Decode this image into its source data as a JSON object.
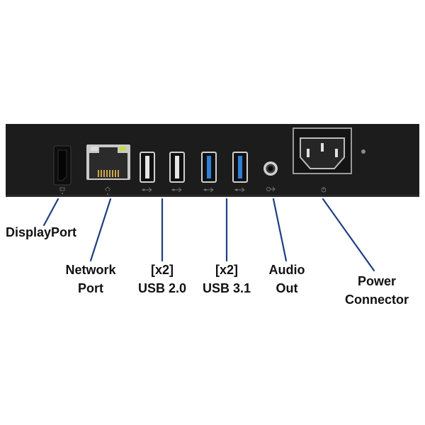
{
  "colors": {
    "panel": "#1c1c1c",
    "port_black": "#111111",
    "port_slot": "#d8d8d8",
    "usb3_blue": "#2e7fd6",
    "leader_line": "#1f3f80",
    "text": "#111111",
    "background": "#ffffff"
  },
  "ports": [
    {
      "icon": "displayport-icon"
    },
    {
      "icon": "ethernet-icon"
    },
    {
      "icon": "usb-icon"
    },
    {
      "icon": "usb-icon"
    },
    {
      "icon": "usb-ss-icon"
    },
    {
      "icon": "usb-ss-icon"
    },
    {
      "icon": "audio-out-icon"
    },
    {
      "icon": "power-icon"
    }
  ],
  "labels": {
    "displayport": {
      "line1": "DisplayPort"
    },
    "network": {
      "line1": "Network",
      "line2": "Port"
    },
    "usb2": {
      "line1": "[x2]",
      "line2": "USB 2.0"
    },
    "usb31": {
      "line1": "[x2]",
      "line2": "USB 3.1"
    },
    "audio": {
      "line1": "Audio",
      "line2": "Out"
    },
    "power": {
      "line1": "Power",
      "line2": "Connector"
    }
  }
}
